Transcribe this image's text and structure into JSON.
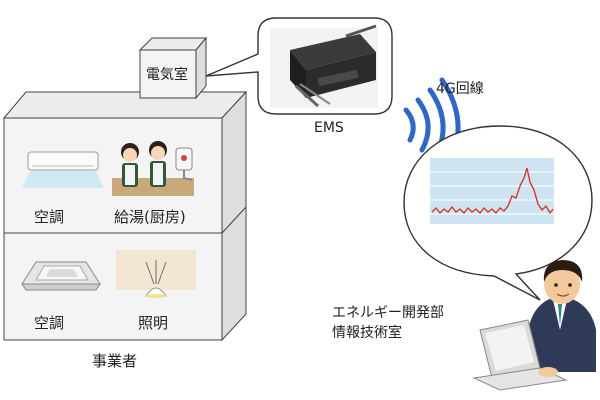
{
  "building": {
    "owner_label": "事業者",
    "electric_room": "電気室",
    "rooms": [
      {
        "label": "空調",
        "icon": "wall-air-conditioner-icon"
      },
      {
        "label": "給湯(厨房)",
        "icon": "kitchen-staff-water-heater-icon"
      },
      {
        "label": "空調",
        "icon": "ceiling-cassette-ac-icon"
      },
      {
        "label": "照明",
        "icon": "ceiling-lamp-icon"
      }
    ]
  },
  "ems": {
    "label": "EMS"
  },
  "network": {
    "label": "4G回線"
  },
  "department": {
    "line1": "エネルギー開発部",
    "line2": "情報技術室"
  },
  "colors": {
    "building_front": "#f4f4f4",
    "building_side": "#e2e2e2",
    "wave": "#2f67c9",
    "chart_bg": "#cfe4f3",
    "chart_line": "#d9362b"
  }
}
